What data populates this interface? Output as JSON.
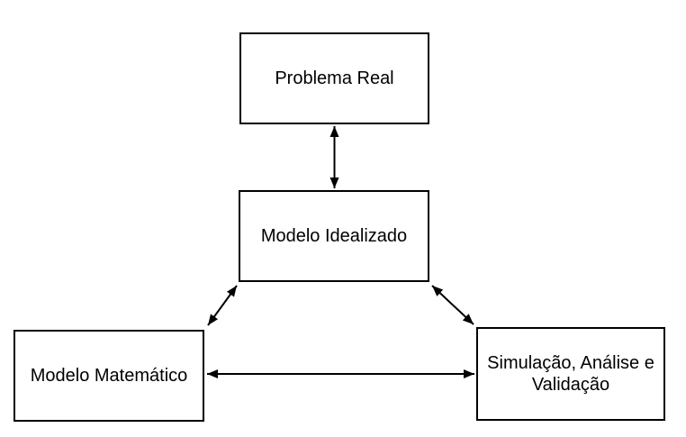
{
  "diagram": {
    "background_color": "#ffffff",
    "stroke_color": "#000000",
    "text_color": "#000000",
    "nodes": [
      {
        "id": "problema-real",
        "label": "Problema Real"
      },
      {
        "id": "modelo-idealizado",
        "label": "Modelo Idealizado"
      },
      {
        "id": "modelo-matematico",
        "label": "Modelo Matemático"
      },
      {
        "id": "simulacao-analise-validacao",
        "label": "Simulação, Análise e Validação"
      }
    ],
    "connections": [
      {
        "from": "problema-real",
        "to": "modelo-idealizado",
        "bidirectional": true
      },
      {
        "from": "modelo-idealizado",
        "to": "modelo-matematico",
        "bidirectional": true
      },
      {
        "from": "modelo-idealizado",
        "to": "simulacao-analise-validacao",
        "bidirectional": true
      },
      {
        "from": "modelo-matematico",
        "to": "simulacao-analise-validacao",
        "bidirectional": true
      }
    ]
  }
}
